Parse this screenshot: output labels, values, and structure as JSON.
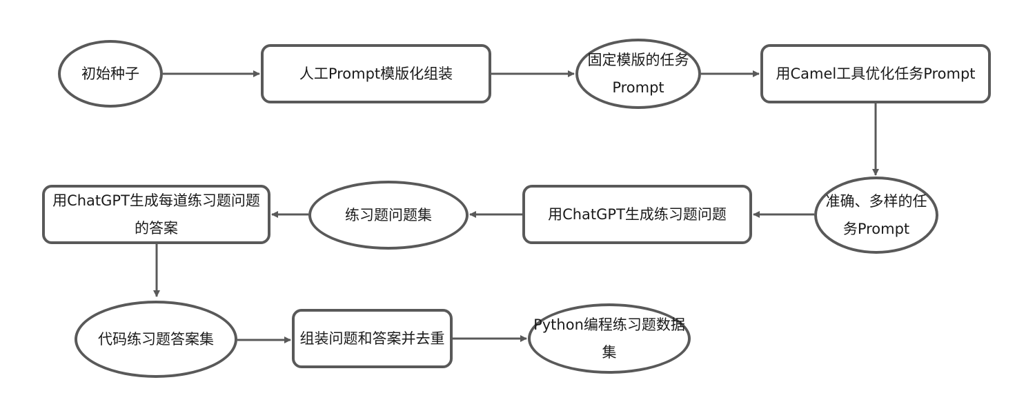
{
  "colors": {
    "stroke": "#595959",
    "text": "#1a1a1a",
    "background": "#ffffff"
  },
  "nodes": [
    {
      "id": "seed",
      "shape": "ellipse",
      "text": "初始种子"
    },
    {
      "id": "manual-template",
      "shape": "rect",
      "text": "人工Prompt模版化组装"
    },
    {
      "id": "fixed-template-prompt",
      "shape": "ellipse",
      "text": "固定模版的任务Prompt"
    },
    {
      "id": "camel-optimize",
      "shape": "rect",
      "text": "用Camel工具优化任务Prompt"
    },
    {
      "id": "accurate-diverse-prompt",
      "shape": "ellipse",
      "text": "准确、多样的任务Prompt"
    },
    {
      "id": "gen-questions",
      "shape": "rect",
      "text": "用ChatGPT生成练习题问题"
    },
    {
      "id": "question-set",
      "shape": "ellipse",
      "text": "练习题问题集"
    },
    {
      "id": "gen-answers",
      "shape": "rect",
      "text": "用ChatGPT生成每道练习题问题的答案"
    },
    {
      "id": "code-answer-set",
      "shape": "ellipse",
      "text": "代码练习题答案集"
    },
    {
      "id": "assemble-dedupe",
      "shape": "rect",
      "text": "组装问题和答案并去重"
    },
    {
      "id": "python-dataset",
      "shape": "ellipse",
      "text": "Python编程练习题数据集"
    }
  ],
  "edges": [
    {
      "from": "seed",
      "to": "manual-template"
    },
    {
      "from": "manual-template",
      "to": "fixed-template-prompt"
    },
    {
      "from": "fixed-template-prompt",
      "to": "camel-optimize"
    },
    {
      "from": "camel-optimize",
      "to": "accurate-diverse-prompt"
    },
    {
      "from": "accurate-diverse-prompt",
      "to": "gen-questions"
    },
    {
      "from": "gen-questions",
      "to": "question-set"
    },
    {
      "from": "question-set",
      "to": "gen-answers"
    },
    {
      "from": "gen-answers",
      "to": "code-answer-set"
    },
    {
      "from": "code-answer-set",
      "to": "assemble-dedupe"
    },
    {
      "from": "assemble-dedupe",
      "to": "python-dataset"
    }
  ]
}
